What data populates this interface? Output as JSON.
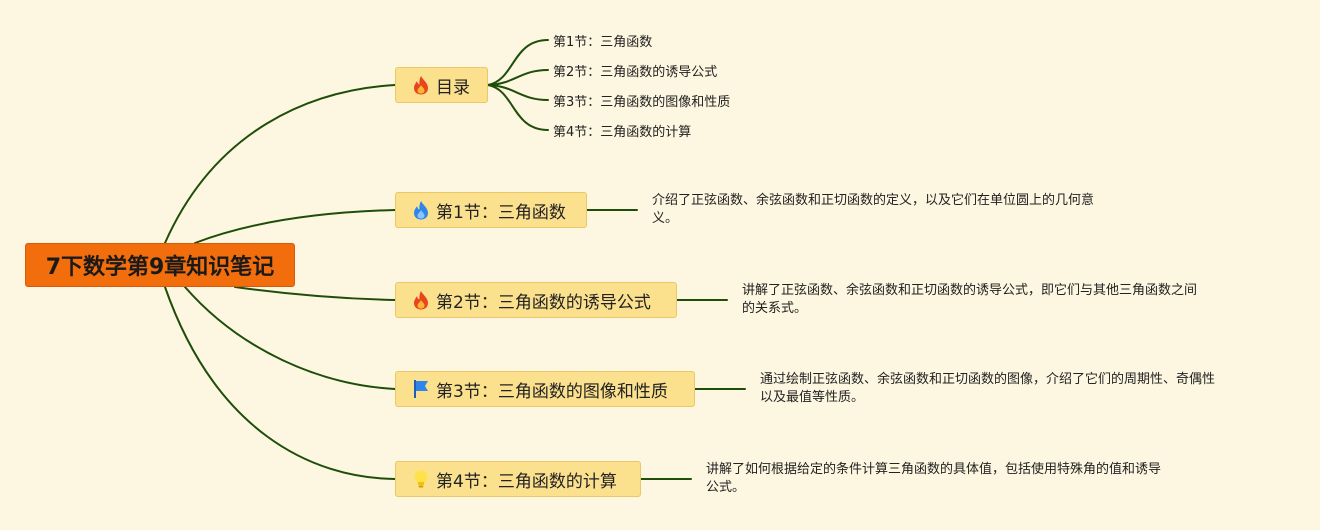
{
  "colors": {
    "background": "#fdf6e0",
    "root_fill": "#f26d0c",
    "branch_fill": "#fbe08d",
    "line": "#1f4d0a"
  },
  "root": {
    "label": "7下数学第9章知识笔记"
  },
  "branches": [
    {
      "label": "目录",
      "icon": "fire-icon",
      "children": [
        "第1节：三角函数",
        "第2节：三角函数的诱导公式",
        "第3节：三角函数的图像和性质",
        "第4节：三角函数的计算"
      ]
    },
    {
      "label": "第1节：三角函数",
      "icon": "water-drop-icon",
      "description_lines": [
        "介绍了正弦函数、余弦函数和正切函数的定义，以及它们在单位圆上的几何意",
        "义。"
      ]
    },
    {
      "label": "第2节：三角函数的诱导公式",
      "icon": "fire-icon",
      "description_lines": [
        "讲解了正弦函数、余弦函数和正切函数的诱导公式，即它们与其他三角函数之间",
        "的关系式。"
      ]
    },
    {
      "label": "第3节：三角函数的图像和性质",
      "icon": "flag-icon",
      "description_lines": [
        "通过绘制正弦函数、余弦函数和正切函数的图像，介绍了它们的周期性、奇偶性",
        "以及最值等性质。"
      ]
    },
    {
      "label": "第4节：三角函数的计算",
      "icon": "lightbulb-icon",
      "description_lines": [
        "讲解了如何根据给定的条件计算三角函数的具体值，包括使用特殊角的值和诱导",
        "公式。"
      ]
    }
  ]
}
